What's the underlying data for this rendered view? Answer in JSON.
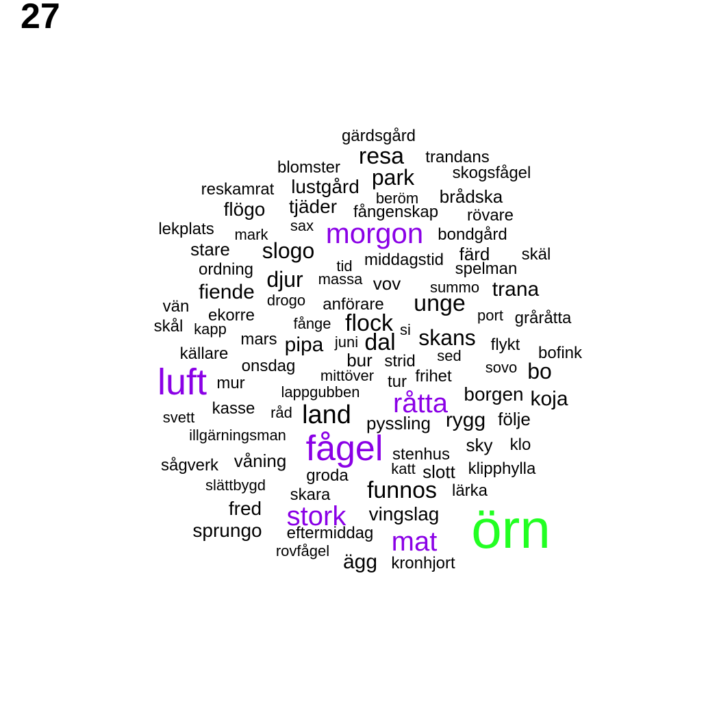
{
  "page_number": "27",
  "colors": {
    "default": "#000000",
    "highlight": "#8a00e6",
    "top": "#22ff22"
  },
  "words": [
    {
      "text": "gärdsgård",
      "level": "default"
    },
    {
      "text": "resa",
      "level": "default"
    },
    {
      "text": "trandans",
      "level": "default"
    },
    {
      "text": "blomster",
      "level": "default"
    },
    {
      "text": "park",
      "level": "default"
    },
    {
      "text": "skogsfågel",
      "level": "default"
    },
    {
      "text": "reskamrat",
      "level": "default"
    },
    {
      "text": "lustgård",
      "level": "default"
    },
    {
      "text": "beröm",
      "level": "default"
    },
    {
      "text": "brådska",
      "level": "default"
    },
    {
      "text": "flögo",
      "level": "default"
    },
    {
      "text": "tjäder",
      "level": "default"
    },
    {
      "text": "fångenskap",
      "level": "default"
    },
    {
      "text": "rövare",
      "level": "default"
    },
    {
      "text": "lekplats",
      "level": "default"
    },
    {
      "text": "sax",
      "level": "default"
    },
    {
      "text": "mark",
      "level": "default"
    },
    {
      "text": "morgon",
      "level": "highlight"
    },
    {
      "text": "bondgård",
      "level": "default"
    },
    {
      "text": "stare",
      "level": "default"
    },
    {
      "text": "slogo",
      "level": "default"
    },
    {
      "text": "färd",
      "level": "default"
    },
    {
      "text": "skäl",
      "level": "default"
    },
    {
      "text": "ordning",
      "level": "default"
    },
    {
      "text": "tid",
      "level": "default"
    },
    {
      "text": "middagstid",
      "level": "default"
    },
    {
      "text": "spelman",
      "level": "default"
    },
    {
      "text": "djur",
      "level": "default"
    },
    {
      "text": "massa",
      "level": "default"
    },
    {
      "text": "vov",
      "level": "default"
    },
    {
      "text": "summo",
      "level": "default"
    },
    {
      "text": "trana",
      "level": "default"
    },
    {
      "text": "fiende",
      "level": "default"
    },
    {
      "text": "drogo",
      "level": "default"
    },
    {
      "text": "anförare",
      "level": "default"
    },
    {
      "text": "unge",
      "level": "default"
    },
    {
      "text": "vän",
      "level": "default"
    },
    {
      "text": "ekorre",
      "level": "default"
    },
    {
      "text": "port",
      "level": "default"
    },
    {
      "text": "gråråtta",
      "level": "default"
    },
    {
      "text": "skål",
      "level": "default"
    },
    {
      "text": "kapp",
      "level": "default"
    },
    {
      "text": "fånge",
      "level": "default"
    },
    {
      "text": "flock",
      "level": "default"
    },
    {
      "text": "si",
      "level": "default"
    },
    {
      "text": "mars",
      "level": "default"
    },
    {
      "text": "pipa",
      "level": "default"
    },
    {
      "text": "juni",
      "level": "default"
    },
    {
      "text": "dal",
      "level": "default"
    },
    {
      "text": "skans",
      "level": "default"
    },
    {
      "text": "flykt",
      "level": "default"
    },
    {
      "text": "källare",
      "level": "default"
    },
    {
      "text": "bur",
      "level": "default"
    },
    {
      "text": "strid",
      "level": "default"
    },
    {
      "text": "sed",
      "level": "default"
    },
    {
      "text": "bofink",
      "level": "default"
    },
    {
      "text": "onsdag",
      "level": "default"
    },
    {
      "text": "sovo",
      "level": "default"
    },
    {
      "text": "bo",
      "level": "default"
    },
    {
      "text": "luft",
      "level": "highlight"
    },
    {
      "text": "mittöver",
      "level": "default"
    },
    {
      "text": "tur",
      "level": "default"
    },
    {
      "text": "frihet",
      "level": "default"
    },
    {
      "text": "mur",
      "level": "default"
    },
    {
      "text": "lappgubben",
      "level": "default"
    },
    {
      "text": "borgen",
      "level": "default"
    },
    {
      "text": "råtta",
      "level": "highlight"
    },
    {
      "text": "koja",
      "level": "default"
    },
    {
      "text": "kasse",
      "level": "default"
    },
    {
      "text": "råd",
      "level": "default"
    },
    {
      "text": "land",
      "level": "default"
    },
    {
      "text": "svett",
      "level": "default"
    },
    {
      "text": "pyssling",
      "level": "default"
    },
    {
      "text": "rygg",
      "level": "default"
    },
    {
      "text": "följe",
      "level": "default"
    },
    {
      "text": "illgärningsman",
      "level": "default"
    },
    {
      "text": "fågel",
      "level": "highlight"
    },
    {
      "text": "sky",
      "level": "default"
    },
    {
      "text": "klo",
      "level": "default"
    },
    {
      "text": "stenhus",
      "level": "default"
    },
    {
      "text": "våning",
      "level": "default"
    },
    {
      "text": "sågverk",
      "level": "default"
    },
    {
      "text": "katt",
      "level": "default"
    },
    {
      "text": "slott",
      "level": "default"
    },
    {
      "text": "klipphylla",
      "level": "default"
    },
    {
      "text": "groda",
      "level": "default"
    },
    {
      "text": "slättbygd",
      "level": "default"
    },
    {
      "text": "funnos",
      "level": "default"
    },
    {
      "text": "lärka",
      "level": "default"
    },
    {
      "text": "skara",
      "level": "default"
    },
    {
      "text": "fred",
      "level": "default"
    },
    {
      "text": "stork",
      "level": "highlight"
    },
    {
      "text": "vingslag",
      "level": "default"
    },
    {
      "text": "örn",
      "level": "top"
    },
    {
      "text": "sprungo",
      "level": "default"
    },
    {
      "text": "eftermiddag",
      "level": "default"
    },
    {
      "text": "mat",
      "level": "highlight"
    },
    {
      "text": "rovfågel",
      "level": "default"
    },
    {
      "text": "ägg",
      "level": "default"
    },
    {
      "text": "kronhjort",
      "level": "default"
    }
  ]
}
